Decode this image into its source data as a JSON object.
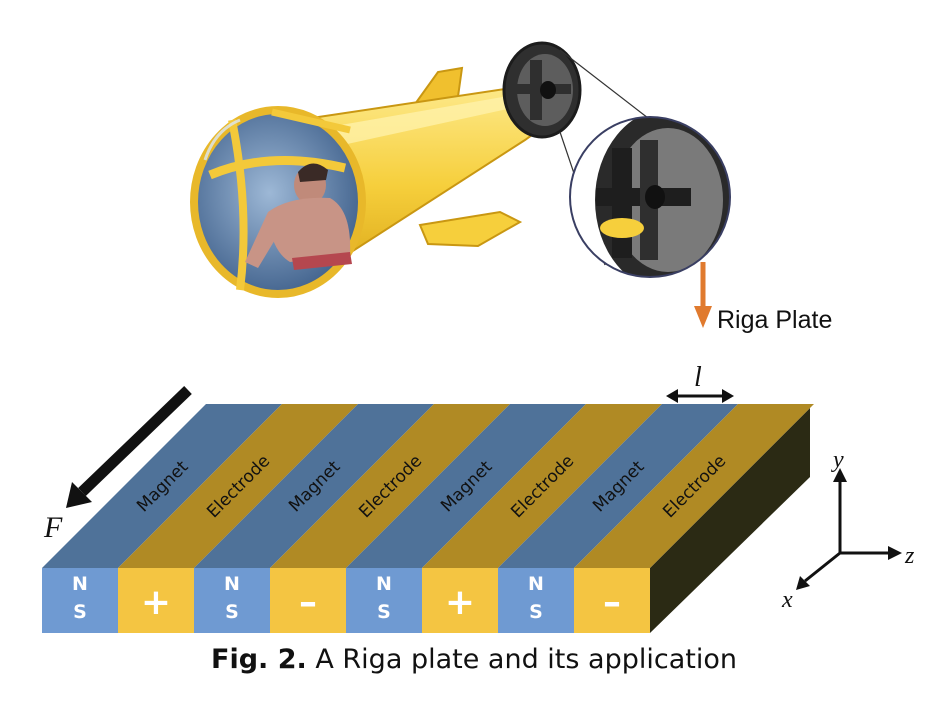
{
  "caption": {
    "label": "Fig. 2.",
    "text": "A Riga plate and its application"
  },
  "callout": {
    "label": "Riga Plate"
  },
  "force_label": "F",
  "width_label": "l",
  "axes": {
    "x": "x",
    "y": "y",
    "z": "z"
  },
  "strips": [
    {
      "kind": "magnet",
      "top_label": "Magnet",
      "face": [
        "N",
        "S"
      ]
    },
    {
      "kind": "electrode",
      "top_label": "Electrode",
      "face": [
        "+"
      ]
    },
    {
      "kind": "magnet",
      "top_label": "Magnet",
      "face": [
        "N",
        "S"
      ]
    },
    {
      "kind": "electrode",
      "top_label": "Electrode",
      "face": [
        "–"
      ]
    },
    {
      "kind": "magnet",
      "top_label": "Magnet",
      "face": [
        "N",
        "S"
      ]
    },
    {
      "kind": "electrode",
      "top_label": "Electrode",
      "face": [
        "+"
      ]
    },
    {
      "kind": "magnet",
      "top_label": "Magnet",
      "face": [
        "N",
        "S"
      ]
    },
    {
      "kind": "electrode",
      "top_label": "Electrode",
      "face": [
        "–"
      ]
    }
  ],
  "colors": {
    "magnet_top": "#4f7299",
    "electrode_top": "#b08a24",
    "magnet_face": "#6f9ad2",
    "electrode_face": "#f4c542",
    "side_face": "#2b2a14",
    "callout_arrow": "#e07a2e",
    "hull": "#f3c93a",
    "hull_light": "#fbe27a",
    "hull_dark": "#c99712"
  }
}
